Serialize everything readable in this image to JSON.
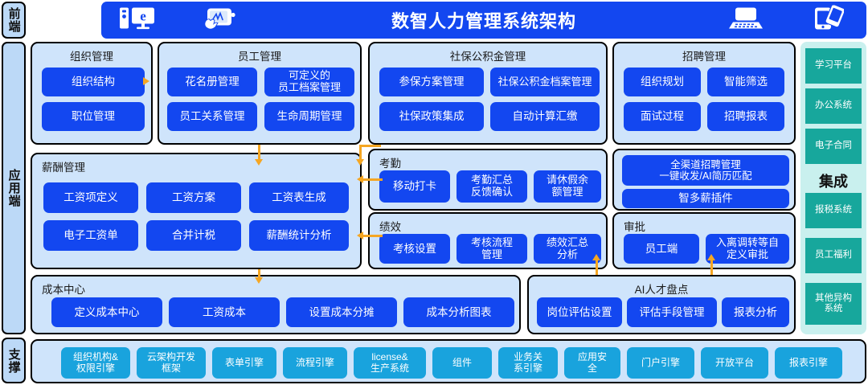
{
  "header": {
    "title": "数智人力管理系统架构",
    "icons": [
      "desktop-pc-browser-icon",
      "signature-tablet-icon",
      "laptop-icon",
      "mobile-phones-icon"
    ]
  },
  "rails": {
    "frontend": "前端",
    "application": "应用端",
    "support": "支撑"
  },
  "colors": {
    "primary_blue": "#1347f0",
    "panel_blue": "#cfe4fb",
    "rail_blue": "#bcd9f7",
    "teal": "#17a79c",
    "teal_panel": "#c9f0ee",
    "support_cyan": "#19a3dd",
    "arrow_orange": "#f5a623"
  },
  "panels": [
    {
      "id": "org",
      "title": "组织管理",
      "title_align": "center",
      "items": [
        "组织结构",
        "职位管理"
      ]
    },
    {
      "id": "employee",
      "title": "员工管理",
      "title_align": "center",
      "items": [
        "花名册管理",
        "可定义的\n员工档案管理",
        "员工关系管理",
        "生命周期管理"
      ]
    },
    {
      "id": "social",
      "title": "社保公积金管理",
      "title_align": "center",
      "items": [
        "参保方案管理",
        "社保公积金档案管理",
        "社保政策集成",
        "自动计算汇缴"
      ]
    },
    {
      "id": "recruit",
      "title": "招聘管理",
      "title_align": "center",
      "items": [
        "组织规划",
        "智能筛选",
        "面试过程",
        "招聘报表"
      ]
    },
    {
      "id": "salary",
      "title": "薪酬管理",
      "title_align": "left",
      "items": [
        "工资项定义",
        "工资方案",
        "工资表生成",
        "电子工资单",
        "合并计税",
        "薪酬统计分析"
      ]
    },
    {
      "id": "attendance",
      "title": "考勤",
      "title_align": "left",
      "items": [
        "移动打卡",
        "考勤汇总\n反馈确认",
        "请休假余\n额管理"
      ]
    },
    {
      "id": "performance",
      "title": "绩效",
      "title_align": "left",
      "items": [
        "考核设置",
        "考核流程\n管理",
        "绩效汇总\n分析"
      ]
    },
    {
      "id": "channel",
      "title": "",
      "title_align": "center",
      "items": [
        "全渠道招聘管理\n一键收发/AI简历匹配",
        "智多薪插件"
      ]
    },
    {
      "id": "approval",
      "title": "审批",
      "title_align": "left",
      "items": [
        "员工端",
        "入离调转等自\n定义审批"
      ]
    },
    {
      "id": "cost",
      "title": "成本中心",
      "title_align": "left",
      "items": [
        "定义成本中心",
        "工资成本",
        "设置成本分摊",
        "成本分析图表"
      ]
    },
    {
      "id": "talent",
      "title": "AI人才盘点",
      "title_align": "center",
      "items": [
        "岗位评估设置",
        "评估手段管理",
        "报表分析"
      ]
    }
  ],
  "integration": {
    "label": "集成",
    "items": [
      "学习平台",
      "办公系统",
      "电子合同",
      "报税系统",
      "员工福利",
      "其他异构\n系统"
    ]
  },
  "support_row": {
    "items": [
      "组织机构&\n权限引擎",
      "云架构开发\n框架",
      "表单引擎",
      "流程引擎",
      "license&\n生产系统",
      "组件",
      "业务关\n系引擎",
      "应用安\n全",
      "门户引擎",
      "开放平台",
      "报表引擎"
    ]
  }
}
